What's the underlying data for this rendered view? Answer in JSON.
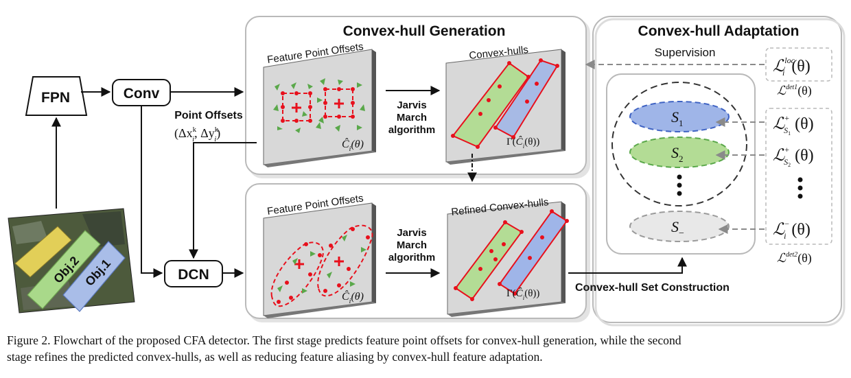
{
  "blocks": {
    "fpn": "FPN",
    "conv": "Conv",
    "dcn": "DCN"
  },
  "image_labels": {
    "obj1": "Obj.1",
    "obj2": "Obj.2"
  },
  "point_offsets": {
    "label": "Point Offsets",
    "formula_prefix": "(Δx",
    "formula_mid": ", Δy",
    "formula_suffix": ")",
    "sup": "k",
    "sub": "i"
  },
  "generation": {
    "title": "Convex-hull Generation",
    "panel1_label": "Feature Point Offsets",
    "panel2_label": "Convex-hulls",
    "algorithm": [
      "Jarvis",
      "March",
      "algorithm"
    ],
    "formula_c": "Ĉ",
    "formula_c_sub": "i",
    "formula_c_arg": "(θ)",
    "formula_gamma_prefix": "Γ(",
    "formula_gamma_suffix": "(θ))"
  },
  "refinement": {
    "panel1_label": "Feature Point Offsets",
    "panel2_label": "Refined Convex-hulls",
    "algorithm": [
      "Jarvis",
      "March",
      "algorithm"
    ],
    "set_construction": "Convex-hull Set Construction"
  },
  "adaptation": {
    "title": "Convex-hull Adaptation",
    "supervision": "Supervision",
    "loss_symbol": "ℒ",
    "loc_sup": "loc",
    "loc_sub": "i",
    "det1": "det1",
    "det2": "det2",
    "s1_sup": "+",
    "s1_sub": "S",
    "s1_subsub": "1",
    "s2_sup": "+",
    "s2_sub": "S",
    "s2_subsub": "2",
    "neg_sup": "−",
    "neg_sub": "i",
    "arg": "(θ)",
    "sets": {
      "s1": "S",
      "s1_sub": "1",
      "s2": "S",
      "s2_sub": "2",
      "sneg": "S",
      "sneg_sub": "−"
    }
  },
  "caption": [
    "Figure 2. Flowchart of the proposed CFA detector. The first stage predicts feature point offsets for convex-hull generation, while the second",
    "stage refines the predicted convex-hulls, as well as reducing feature aliasing by convex-hull feature adaptation."
  ],
  "colors": {
    "red": "#e8101c",
    "green_fill": "#b3dc95",
    "blue_fill": "#9fb5e8",
    "blue_stroke": "#3f63c3",
    "green_stroke": "#5aa84a",
    "panel_gray": "#d9d9d9"
  }
}
